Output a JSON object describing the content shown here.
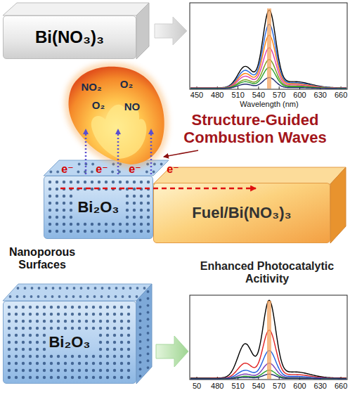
{
  "diagram": {
    "nodes": [
      {
        "text": [
          "Bi(NO₃)₃"
        ]
      },
      {
        "text": [
          "Bi₂O₃"
        ]
      },
      {
        "text": [
          "Fuel/Bi(NO₃)₃"
        ]
      },
      {
        "text": [
          "Bi₂O₃"
        ]
      }
    ],
    "labels": [
      "450",
      "480",
      "510",
      "540",
      "570",
      "600",
      "630",
      "660",
      "Wavelength (nm)",
      "NO₂",
      "O₂",
      "O₂",
      "NO",
      "Structure-Guided Combustion Waves",
      "e⁻",
      "e⁻",
      "e⁻",
      "e⁻",
      "Nanoporous Surfaces",
      "Enhanced Photocatalytic Acitivity",
      "50",
      "480",
      "510",
      "540",
      "570",
      "600",
      "630",
      "660"
    ]
  }
}
